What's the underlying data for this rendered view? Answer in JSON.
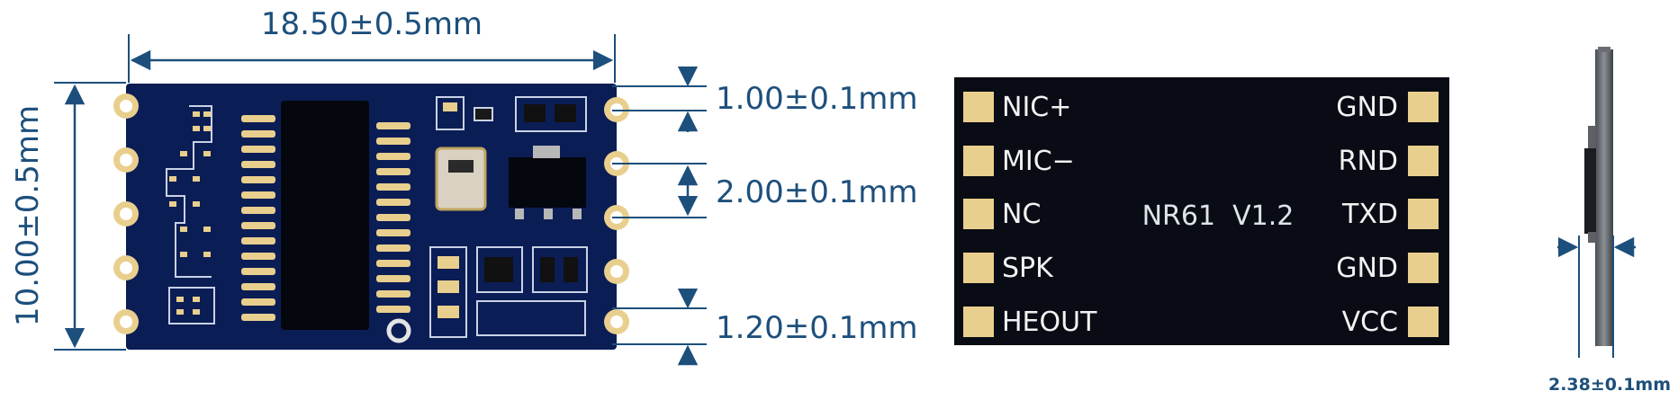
{
  "dimensions": {
    "width": "18.50±0.5mm",
    "height": "10.00±0.5mm",
    "pad_top_margin": "1.00±0.1mm",
    "pin_pitch": "2.00±0.1mm",
    "pad_bottom_margin": "1.20±0.1mm",
    "thickness": "2.38±0.1mm"
  },
  "back_side": {
    "silkscreen": "NR61  V1.2",
    "left_pins": [
      "NIC+",
      "MIC−",
      "NC",
      "SPK",
      "HEOUT"
    ],
    "right_pins": [
      "GND",
      "RND",
      "TXD",
      "GND",
      "VCC"
    ]
  },
  "colors": {
    "dimension_line": "#1d4f7c",
    "pcb_front": "#0b1d55",
    "pcb_back": "#090c14",
    "pad_gold": "#e9cf8e"
  }
}
